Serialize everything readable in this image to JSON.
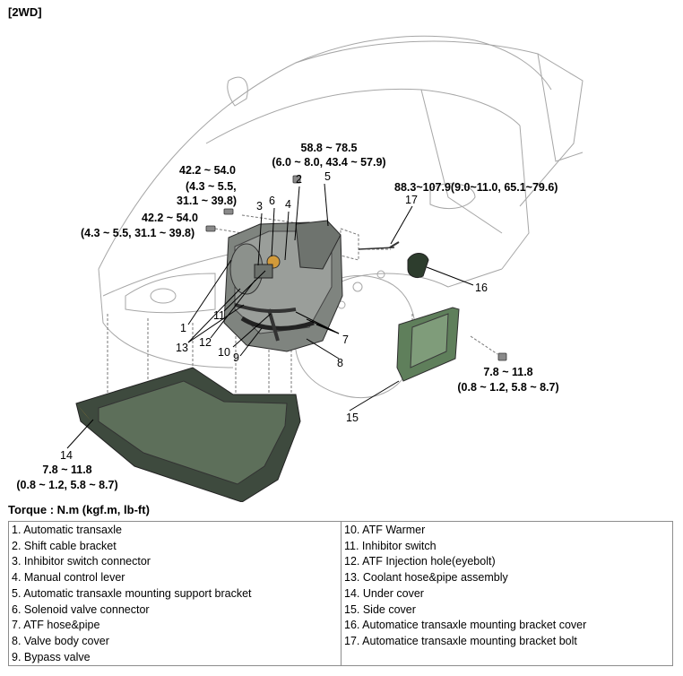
{
  "header": {
    "title": "[2WD]"
  },
  "torque_labels": {
    "t_top_center": [
      "58.8 ~ 78.5",
      "(6.0 ~ 8.0, 43.4 ~ 57.9)"
    ],
    "t_upper_left": [
      "42.2 ~ 54.0",
      "(4.3 ~ 5.5,",
      "31.1 ~ 39.8)"
    ],
    "t_left": [
      "42.2 ~ 54.0",
      "(4.3 ~ 5.5, 31.1 ~ 39.8)"
    ],
    "t_right_top": [
      "88.3~107.9(9.0~11.0, 65.1~79.6)"
    ],
    "t_right": [
      "7.8 ~ 11.8",
      "(0.8 ~ 1.2, 5.8 ~ 8.7)"
    ],
    "t_bottom_left": [
      "7.8 ~ 11.8",
      "(0.8 ~ 1.2, 5.8 ~ 8.7)"
    ]
  },
  "callouts": {
    "n1": "1",
    "n2": "2",
    "n3": "3",
    "n4": "4",
    "n5": "5",
    "n6": "6",
    "n7": "7",
    "n8": "8",
    "n9": "9",
    "n10": "10",
    "n11": "11",
    "n12": "12",
    "n13": "13",
    "n14": "14",
    "n15": "15",
    "n16": "16",
    "n17": "17"
  },
  "colors": {
    "part_green": "#5e8a5a",
    "part_dark": "#3a3f3a",
    "line": "#000000",
    "car_outline": "#9a9a9a"
  },
  "torque_unit": "Torque : N.m (kgf.m, lb-ft)",
  "legend": {
    "left": [
      "1. Automatic transaxle",
      "2. Shift cable bracket",
      "3. Inhibitor switch connector",
      "4. Manual control lever",
      "5. Automatic transaxle mounting support bracket",
      "6. Solenoid valve connector",
      "7. ATF hose&pipe",
      "8. Valve body cover",
      "9. Bypass valve"
    ],
    "right": [
      "10. ATF Warmer",
      "11. Inhibitor switch",
      "12. ATF Injection hole(eyebolt)",
      "13. Coolant hose&pipe assembly",
      "14. Under cover",
      "15. Side cover",
      "16. Automatice transaxle mounting bracket cover",
      "17. Automatice transaxle mounting bracket bolt"
    ]
  }
}
